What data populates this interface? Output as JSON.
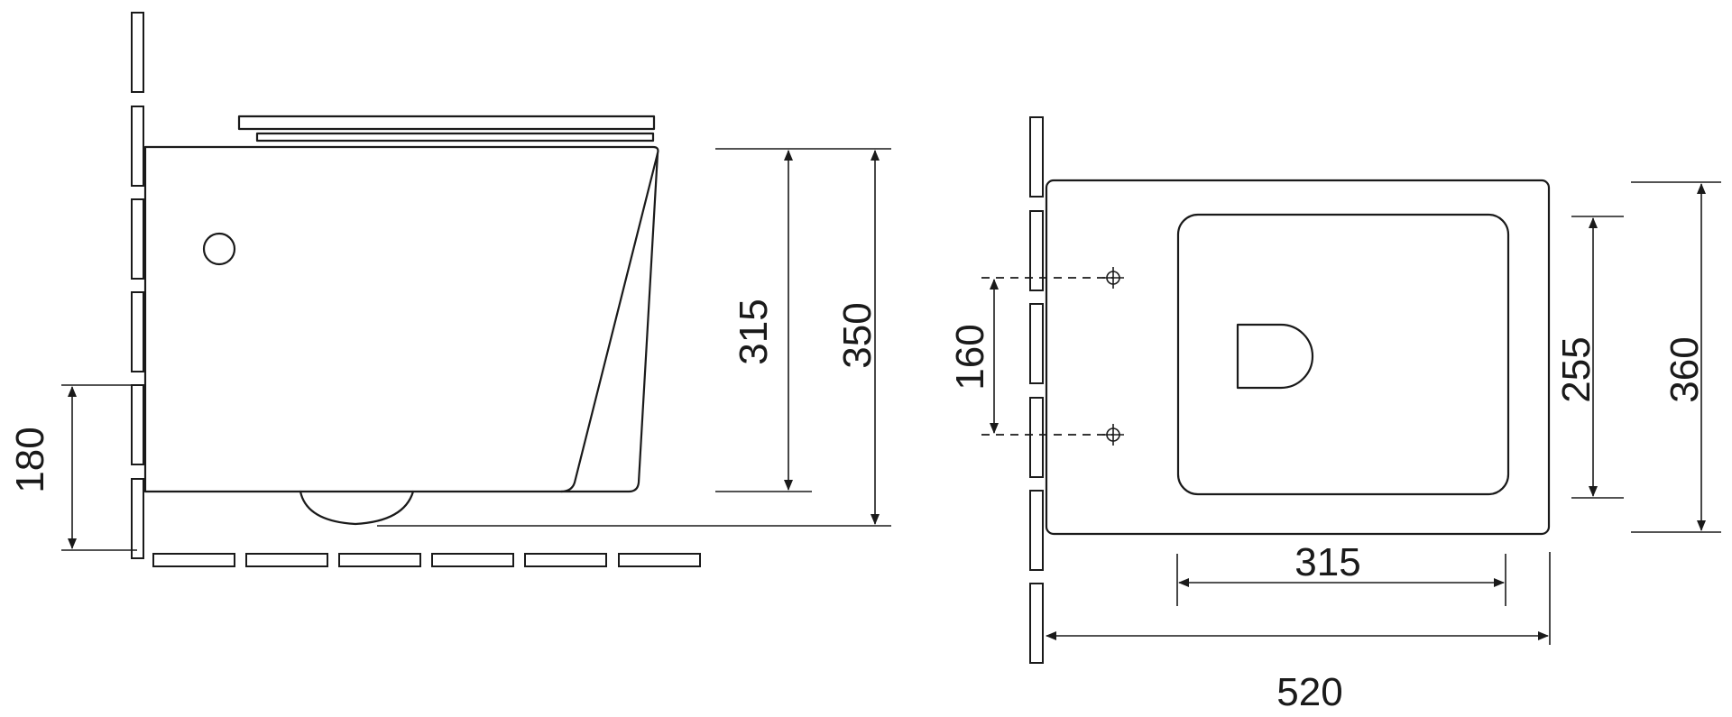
{
  "side_view": {
    "dimensions": {
      "pan_height": "315",
      "total_height": "350",
      "inlet_height": "180"
    }
  },
  "top_view": {
    "dimensions": {
      "bolt_spacing": "160",
      "inner_length": "315",
      "inner_width": "255",
      "total_width": "360",
      "total_length": "520"
    }
  }
}
